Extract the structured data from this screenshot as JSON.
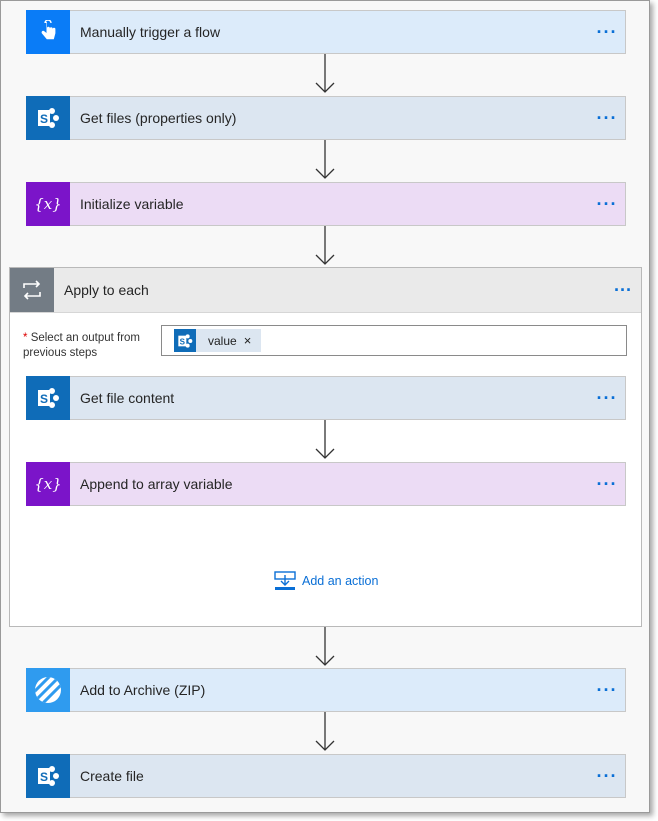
{
  "flow": {
    "steps": [
      {
        "title": "Manually trigger a flow",
        "icon": "touch-hand-icon"
      },
      {
        "title": "Get files (properties only)",
        "icon": "sharepoint-icon"
      },
      {
        "title": "Initialize variable",
        "icon": "variable-icon"
      }
    ],
    "loop": {
      "title": "Apply to each",
      "select_label": "Select an output from previous steps",
      "required_mark": "*",
      "token_label": "value",
      "token_remove": "×",
      "inner_steps": [
        {
          "title": "Get file content",
          "icon": "sharepoint-icon"
        },
        {
          "title": "Append to array variable",
          "icon": "variable-icon"
        }
      ],
      "add_action_label": "Add an action"
    },
    "after_steps": [
      {
        "title": "Add to Archive (ZIP)",
        "icon": "archive-zip-icon"
      },
      {
        "title": "Create file",
        "icon": "sharepoint-icon"
      }
    ],
    "more_label": "···"
  },
  "colors": {
    "trigger": "#0a7cf7",
    "sharepoint": "#0f6cb8",
    "variable": "#7b14c9",
    "zip": "#2f9bef",
    "loop": "#737c85",
    "link": "#0a6fd6"
  }
}
